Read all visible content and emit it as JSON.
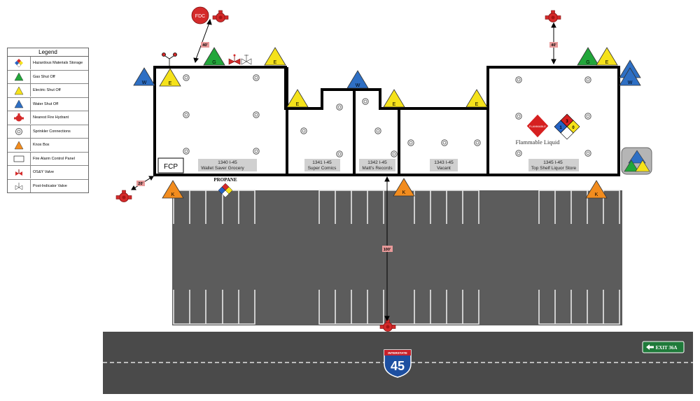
{
  "legend": {
    "title": "Legend",
    "items": [
      {
        "icon": "hazmat-diamond-icon",
        "label": "Hazardous Materials Storage"
      },
      {
        "icon": "gas-shutoff-icon",
        "label": "Gas Shut Off"
      },
      {
        "icon": "electric-shutoff-icon",
        "label": "Electric Shut Off"
      },
      {
        "icon": "water-shutoff-icon",
        "label": "Water Shut Off"
      },
      {
        "icon": "hydrant-icon",
        "label": "Nearest Fire Hydrant"
      },
      {
        "icon": "sprinkler-icon",
        "label": "Sprinkler Connections"
      },
      {
        "icon": "knox-box-icon",
        "label": "Knox Box"
      },
      {
        "icon": "fcp-icon",
        "label": "Fire Alarm Control Panel"
      },
      {
        "icon": "osy-valve-icon",
        "label": "OS&Y Valve"
      },
      {
        "icon": "piv-icon",
        "label": "Post-Indicator Valve"
      }
    ]
  },
  "units": [
    {
      "address": "1340 I-45",
      "name": "Wallet Saver Grocery"
    },
    {
      "address": "1341 I-45",
      "name": "Super Comics"
    },
    {
      "address": "1342 I-45",
      "name": "Matt's Records"
    },
    {
      "address": "1343 I-45",
      "name": "Vacant"
    },
    {
      "address": "1345 I-45",
      "name": "Top Shelf Liquor Store"
    }
  ],
  "labels": {
    "fcp": "FCP",
    "fdc": "FDC",
    "propane": "PROPANE",
    "flammable_liquid": "Flammable Liquid",
    "flammable_sign": "FLAMMABLE",
    "nfpa": {
      "top": "3",
      "left": "1",
      "right": "0"
    },
    "distance_40_left": "40'",
    "distance_40_right": "40'",
    "distance_20": "20'",
    "distance_100": "100'",
    "exit_sign": "EXIT 36A",
    "interstate_top": "INTERSTATE",
    "interstate_num": "45",
    "letters": {
      "E": "E",
      "G": "G",
      "W": "W",
      "K": "K"
    }
  },
  "colors": {
    "gas": "#22a63a",
    "electric": "#f5e21a",
    "water": "#2e6fc4",
    "knox": "#f28c1e",
    "hydrant": "#d42a2a",
    "lot": "#5a5a5a",
    "road": "#4a4a4a",
    "exit_green": "#1f7a3a",
    "interstate_blue": "#1d4fa0",
    "interstate_red": "#c8202a"
  }
}
